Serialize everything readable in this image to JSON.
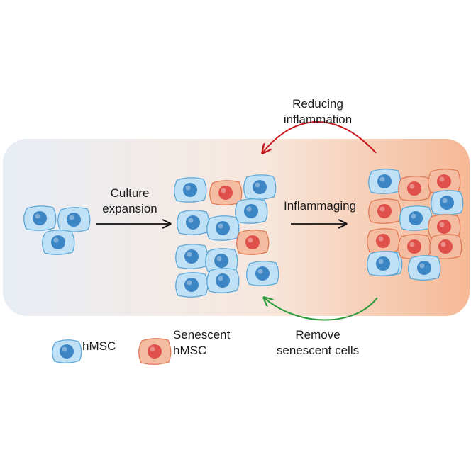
{
  "labels": {
    "culture_line1": "Culture",
    "culture_line2": "expansion",
    "inflammaging": "Inflammaging",
    "reducing_line1": "Reducing",
    "reducing_line2": "inflammation",
    "remove_line1": "Remove",
    "remove_line2": "senescent cells"
  },
  "legend": {
    "hmsc": "hMSC",
    "senescent_line1": "Senescent",
    "senescent_line2": "hMSC"
  },
  "colors": {
    "panel_left": "#e8edf5",
    "panel_right": "#f6b895",
    "cell_blue_fill": "#bfe0f5",
    "cell_blue_stroke": "#5ba8d8",
    "nucleus_blue": "#3d86c6",
    "cell_orange_fill": "#f4bca0",
    "cell_orange_stroke": "#e07a55",
    "nucleus_red": "#e0504b",
    "arrow_red": "#c8161e",
    "arrow_green": "#2d9a3c",
    "arrow_black": "#111111"
  },
  "groups": [
    {
      "name": "group-initial",
      "cells": [
        "healthy",
        "healthy",
        "healthy"
      ]
    },
    {
      "name": "group-expanded",
      "cells": [
        "healthy",
        "senescent",
        "healthy",
        "healthy",
        "healthy",
        "healthy",
        "senescent",
        "healthy",
        "healthy",
        "healthy",
        "healthy",
        "healthy"
      ]
    },
    {
      "name": "group-inflammaging",
      "cells": [
        "healthy",
        "senescent",
        "senescent",
        "senescent",
        "healthy",
        "healthy",
        "senescent",
        "healthy",
        "senescent",
        "senescent",
        "senescent",
        "healthy",
        "healthy"
      ]
    }
  ]
}
